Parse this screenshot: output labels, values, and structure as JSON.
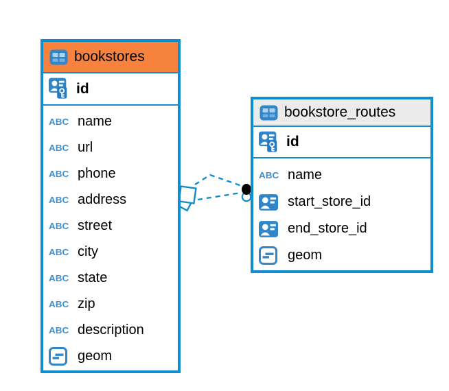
{
  "colors": {
    "accent": "#0F8DCC",
    "bookstores_header": "#F6823D",
    "routes_header": "#EBEBEB",
    "icon_blue": "#2F86C8",
    "abc_blue": "#3E8FCB",
    "text": "#000000"
  },
  "icons": {
    "abc_label": "ABC",
    "table_icon": "table-grid",
    "primary_key_icon": "id-card-with-key",
    "reference_icon": "id-card",
    "geometry_icon": "geometry-bars"
  },
  "tables": [
    {
      "title": "bookstores",
      "primary_key": "id",
      "columns": [
        {
          "label": "name",
          "type": "text"
        },
        {
          "label": "url",
          "type": "text"
        },
        {
          "label": "phone",
          "type": "text"
        },
        {
          "label": "address",
          "type": "text"
        },
        {
          "label": "street",
          "type": "text"
        },
        {
          "label": "city",
          "type": "text"
        },
        {
          "label": "state",
          "type": "text"
        },
        {
          "label": "zip",
          "type": "text"
        },
        {
          "label": "description",
          "type": "text"
        },
        {
          "label": "geom",
          "type": "geometry"
        }
      ]
    },
    {
      "title": "bookstore_routes",
      "primary_key": "id",
      "columns": [
        {
          "label": "name",
          "type": "text"
        },
        {
          "label": "start_store_id",
          "type": "reference"
        },
        {
          "label": "end_store_id",
          "type": "reference"
        },
        {
          "label": "geom",
          "type": "geometry"
        }
      ]
    }
  ],
  "relationships": {
    "from_table": "bookstores",
    "to_table": "bookstore_routes",
    "line_style": "dashed",
    "line_count": 2,
    "source_marker": "double-diamond",
    "target_marker": "filled-dot-with-ring"
  }
}
